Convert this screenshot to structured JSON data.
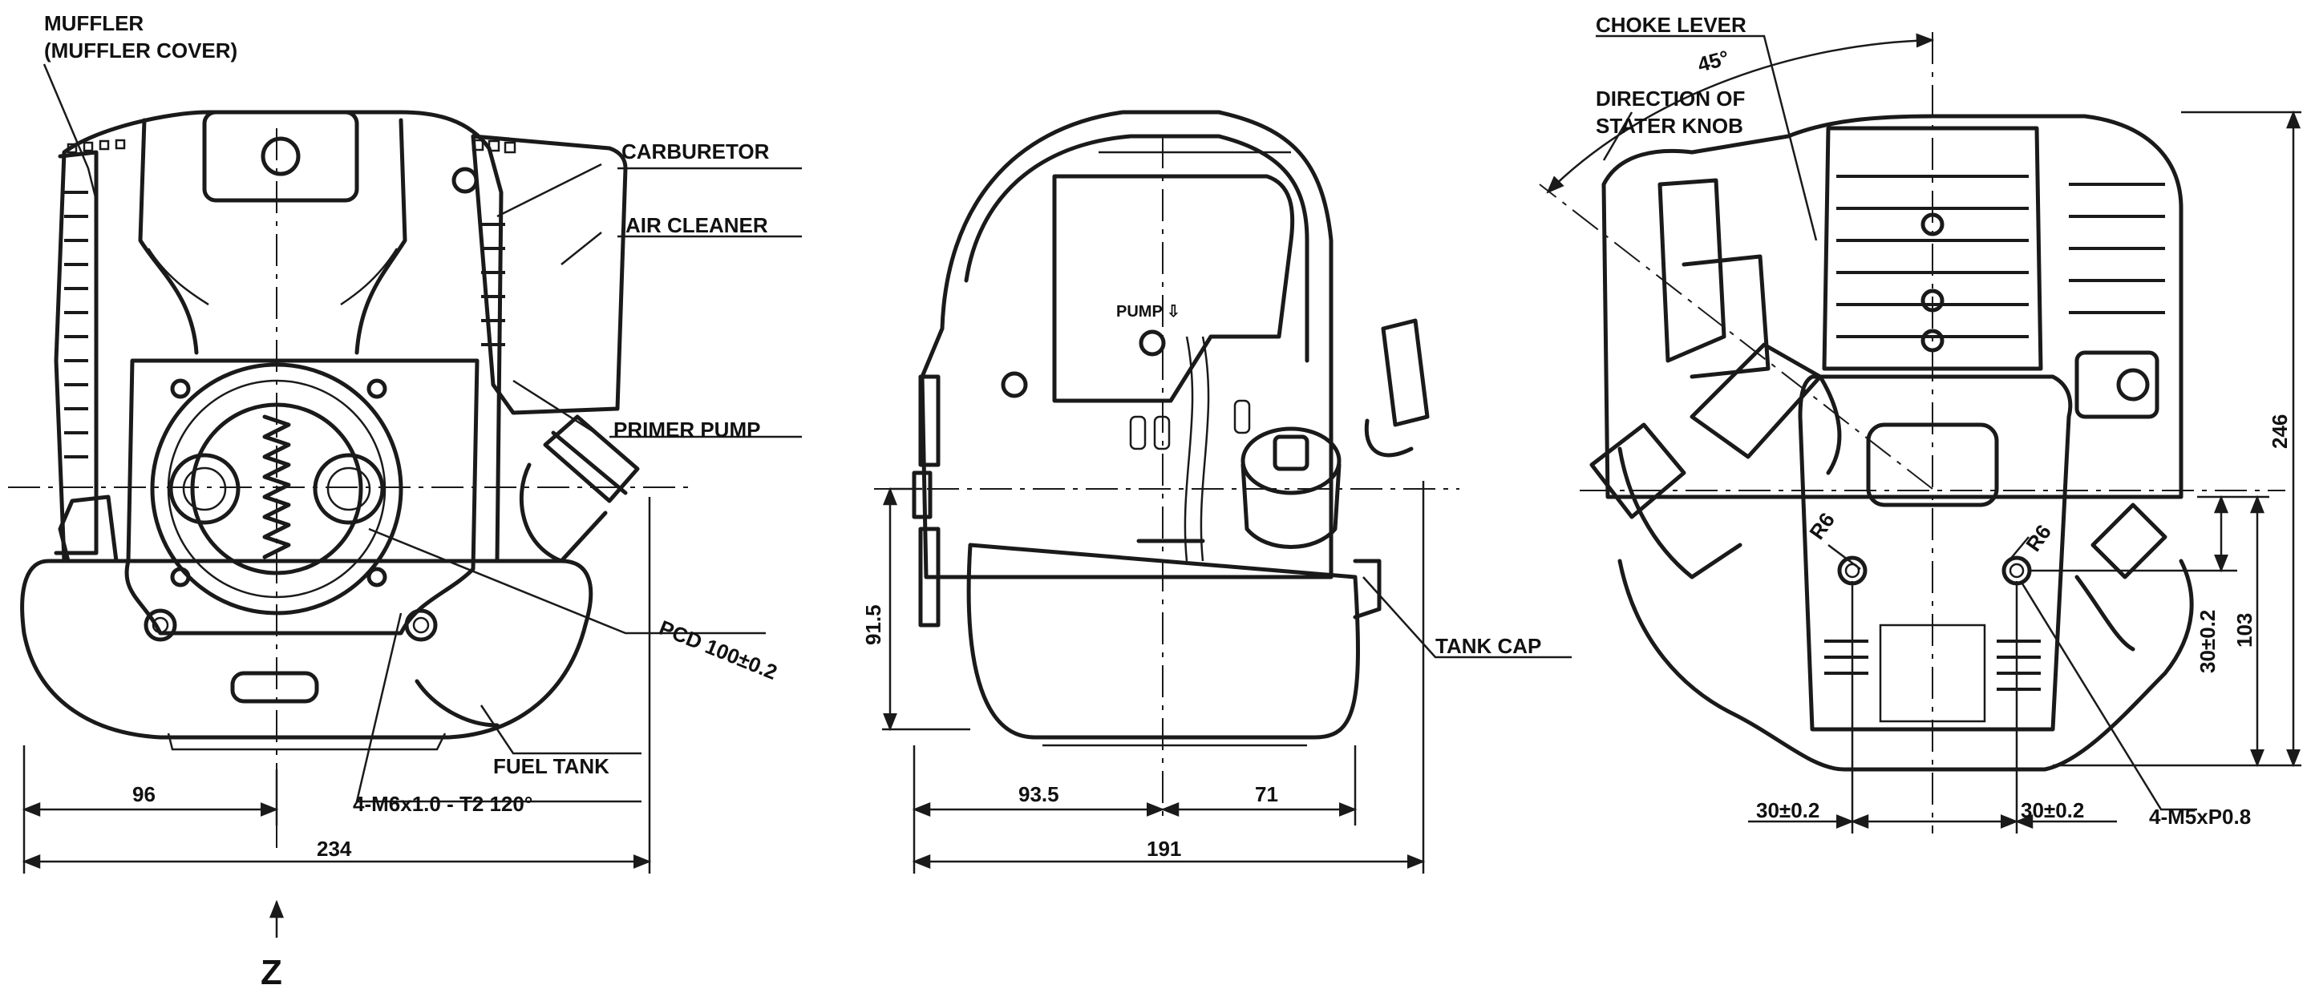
{
  "labels": {
    "muffler": "MUFFLER",
    "muffler_cover": "(MUFFLER COVER)",
    "carburetor": "CARBURETOR",
    "air_cleaner": "AIR CLEANER",
    "primer_pump": "PRIMER PUMP",
    "pcd": "PCD 100±0.2",
    "fuel_tank": "FUEL TANK",
    "bolt_pattern_front": "4-M6x1.0 - T2 120°",
    "pump": "PUMP ⇩",
    "tank_cap": "TANK CAP",
    "choke_lever": "CHOKE LEVER",
    "direction_line1": "DIRECTION OF",
    "direction_line2": "STATER KNOB",
    "angle_45": "45°",
    "r6_left": "R6",
    "r6_right": "R6",
    "bolt_pattern_rear": "4-M5xP0.8",
    "view_z": "Z"
  },
  "dimensions": {
    "front_width_half": "96",
    "front_width_total": "234",
    "side_height": "91.5",
    "side_left": "93.5",
    "side_right": "71",
    "side_total": "191",
    "rear_height_total": "246",
    "rear_height_lower": "103",
    "rear_height_mount": "30±0.2",
    "rear_mount_left": "30±0.2",
    "rear_mount_right": "30±0.2"
  }
}
